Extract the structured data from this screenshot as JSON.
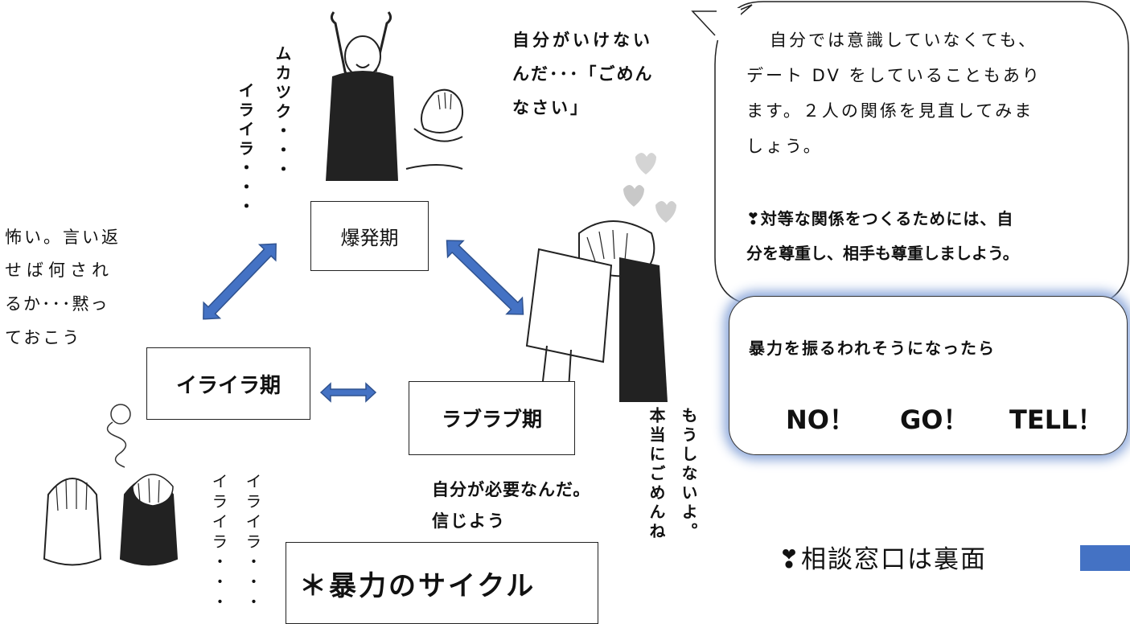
{
  "stage_labels": {
    "explosion": "爆発期",
    "irritation": "イライラ期",
    "lovelove": "ラブラブ期"
  },
  "voices": {
    "muka_kutsuku": "ムカツク・・・",
    "irairaa_top": "イライラ・・・",
    "my_fault": [
      "自分がいけない",
      "んだ･･･「ごめん",
      "なさい」"
    ],
    "scared": [
      "怖い。言い返",
      "せば何され",
      "るか･･･黙っ",
      "ておこう"
    ],
    "iraira_left": "イライラ・・・",
    "iraira_right": "イライラ・・・",
    "never_again": "もうしないよ。",
    "really_sorry": "本当にごめんね",
    "needed": [
      "自分が必要なんだ。",
      "信じよう"
    ]
  },
  "speech_bubble": {
    "lines": [
      "自分では意識していなくても、",
      "デート DV をしていることもあり",
      "ます。２人の関係を見直してみま",
      "しょう。"
    ],
    "tip_lines": [
      "❣対等な関係をつくるためには、自",
      "分を尊重し、相手も尊重しましよう。"
    ]
  },
  "violence_box": {
    "heading": "暴力を振るわれそうになったら",
    "slogans": [
      "NO！",
      "GO！",
      "TELL！"
    ]
  },
  "consult_note": "❣相談窓口は裏面",
  "cycle_title": "＊暴力のサイクル",
  "colors": {
    "arrow_fill": "#4472C4",
    "arrow_stroke": "#2F528F",
    "glow": "#8EA9DB",
    "tab": "#4472C4"
  }
}
